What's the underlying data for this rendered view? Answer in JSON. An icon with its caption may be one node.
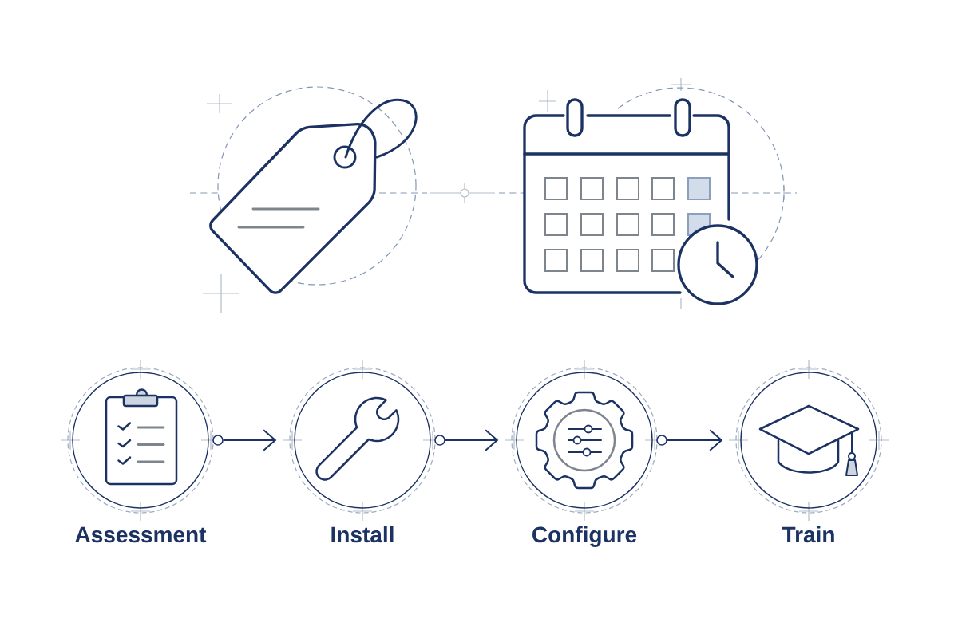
{
  "diagram": {
    "nodes": [
      {
        "text": [
          "Assessment"
        ]
      },
      {
        "text": [
          "Install"
        ]
      },
      {
        "text": [
          "Configure"
        ]
      },
      {
        "text": [
          "Train"
        ]
      }
    ],
    "edges": [
      {
        "from": 0,
        "to": 1,
        "arrow": "to"
      },
      {
        "from": 1,
        "to": 2,
        "arrow": "to"
      },
      {
        "from": 2,
        "to": 3,
        "arrow": "to"
      }
    ]
  }
}
